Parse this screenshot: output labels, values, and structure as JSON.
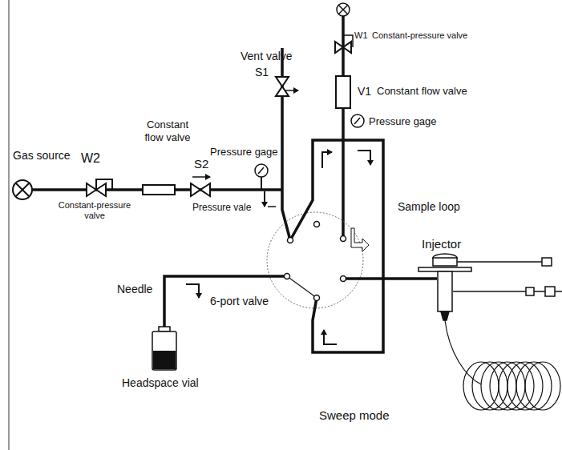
{
  "diagram": {
    "labels": [
      "W1",
      "Constant-pressure valve",
      "Vent valve",
      "S1",
      "V1",
      "Constant flow valve",
      "Pressure gage",
      "Constant flow valve",
      "W2",
      "Pressure gage",
      "S2",
      "Gas source",
      "Pressure vale",
      "Sample loop",
      "Constant-pressure valve",
      "Injector",
      "Needle",
      "6-port valve",
      "Headspace vial",
      "Sweep mode"
    ]
  }
}
